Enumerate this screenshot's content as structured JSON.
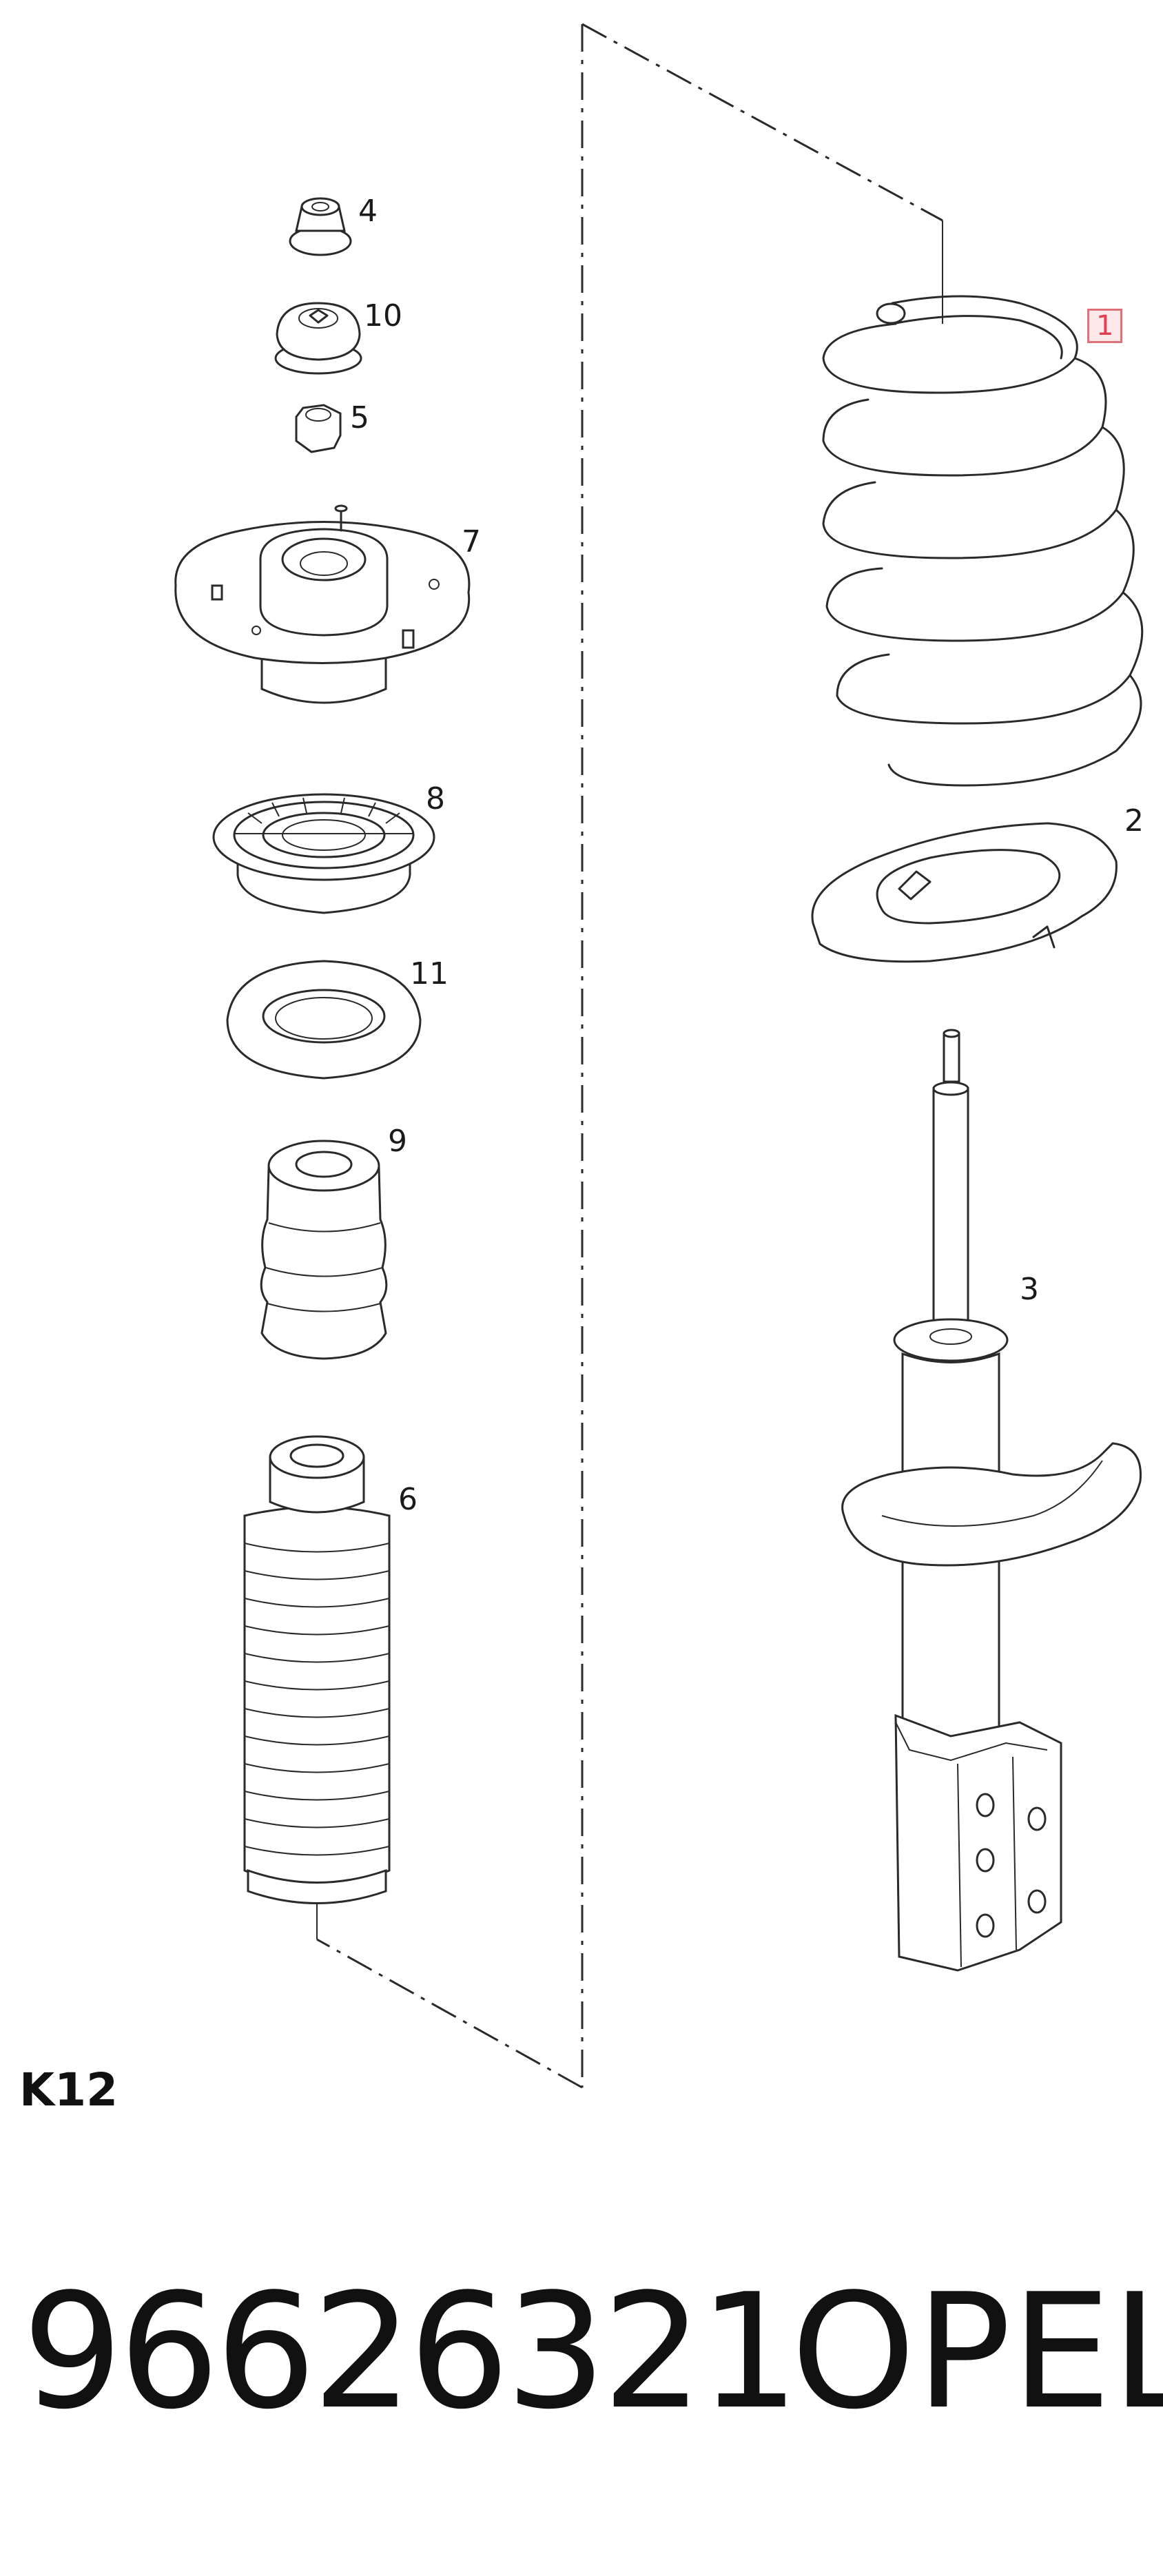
{
  "diagram": {
    "callouts": [
      {
        "id": "1",
        "label": "1",
        "highlighted": true
      },
      {
        "id": "2",
        "label": "2"
      },
      {
        "id": "3",
        "label": "3"
      },
      {
        "id": "4",
        "label": "4"
      },
      {
        "id": "5",
        "label": "5"
      },
      {
        "id": "6",
        "label": "6"
      },
      {
        "id": "7",
        "label": "7"
      },
      {
        "id": "8",
        "label": "8"
      },
      {
        "id": "9",
        "label": "9"
      },
      {
        "id": "10",
        "label": "10"
      },
      {
        "id": "11",
        "label": "11"
      }
    ],
    "section_code": "K12",
    "part_number": "96626321",
    "brand": "OPEL",
    "highlight_color": "#e04050"
  }
}
